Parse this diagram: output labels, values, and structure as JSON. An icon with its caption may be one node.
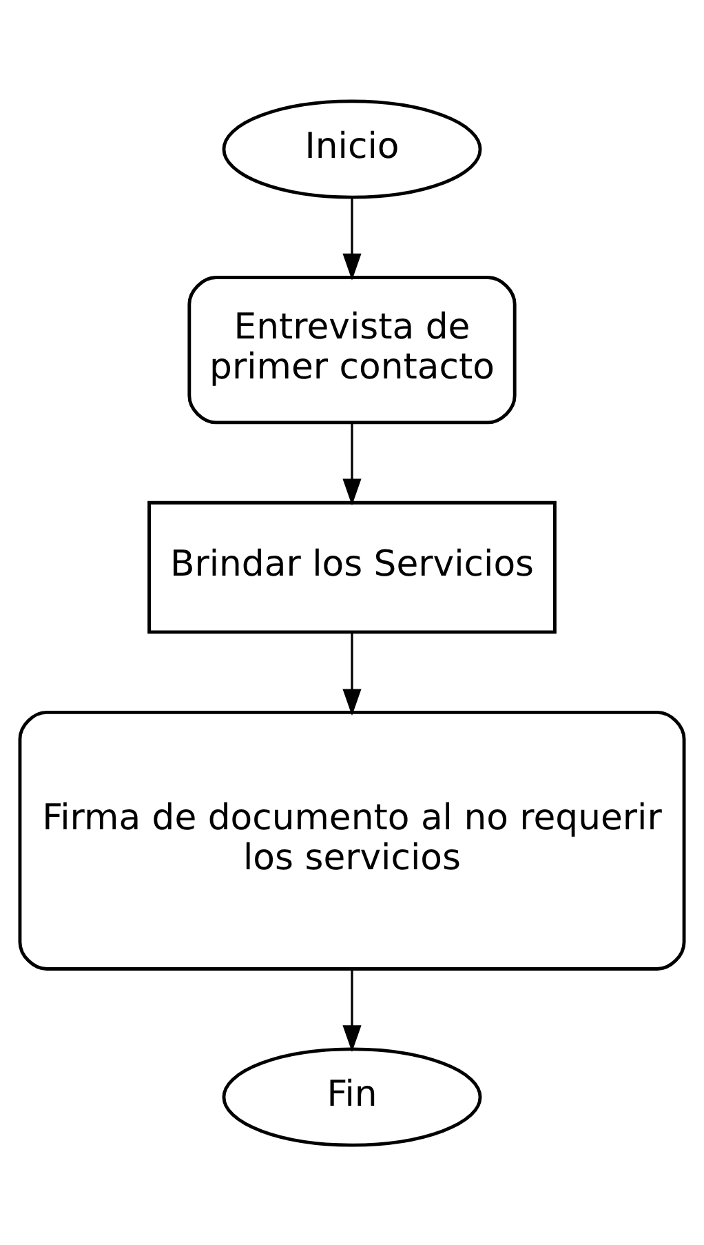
{
  "diagram": {
    "nodes": [
      {
        "text": [
          "Inicio"
        ]
      },
      {
        "text": [
          "Entrevista de primer contacto"
        ]
      },
      {
        "text": [
          "Brindar los Servicios"
        ]
      },
      {
        "text": [
          "Firma de documento al no requerir los servicios"
        ]
      },
      {
        "text": [
          "Fin"
        ]
      }
    ],
    "edges": [
      {
        "from": 0,
        "to": 1,
        "arrow": "to"
      },
      {
        "from": 1,
        "to": 2,
        "arrow": "to"
      },
      {
        "from": 2,
        "to": 3,
        "arrow": "to"
      },
      {
        "from": 3,
        "to": 4,
        "arrow": "to"
      }
    ]
  }
}
